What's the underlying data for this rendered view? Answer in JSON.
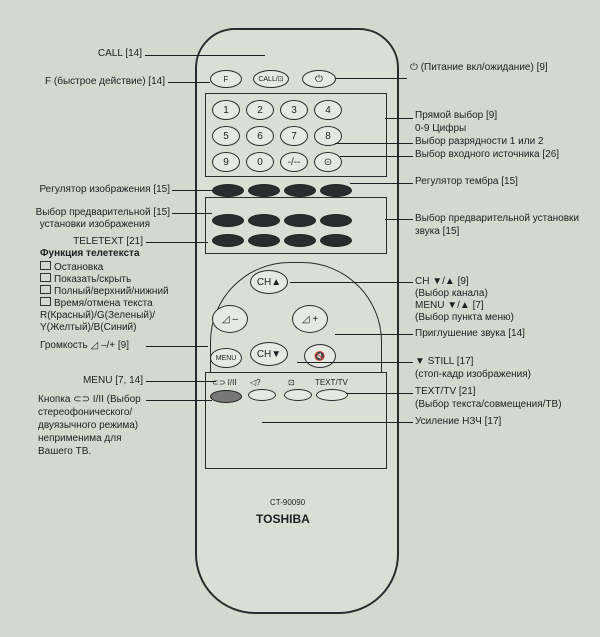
{
  "left_labels": {
    "call": "CALL [14]",
    "f": "F (быстрое действие) [14]",
    "picture": "Регулятор изображения [15]",
    "picture_preset": [
      "Выбор предварительной [15]",
      "установки изображения"
    ],
    "teletext": "TELETEXT [21]",
    "teletext_title": "Функция телетекста",
    "teletext_items": [
      "Остановка",
      "Показать/скрыть",
      "Полный/верхний/нижний",
      "Время/отмена текста"
    ],
    "colors": [
      "R(Красный)/G(Зеленый)/",
      "Y(Желтый)/B(Синий)"
    ],
    "volume": "Громкость ◿ –/+ [9]",
    "menu": "MENU [7, 14]",
    "stereo": [
      "Кнопка ⊂⊃ I/II (Выбор",
      "стереофонического/",
      "двуязычного режима)",
      "неприменима для",
      "Вашего ТВ."
    ]
  },
  "right_labels": {
    "power": "⏻ (Питание вкл/ожидание) [9]",
    "direct": [
      "Прямой выбор [9]",
      "0-9 Цифры"
    ],
    "digits": "Выбор разрядности 1 или 2",
    "input": "Выбор входного источника [26]",
    "tone": "Регулятор тембра [15]",
    "sound_preset": [
      "Выбор предварительной установки",
      "звука [15]"
    ],
    "ch": [
      "CH ▼/▲ [9]",
      "(Выбор канала)",
      "MENU ▼/▲ [7]",
      "(Выбор пункта меню)"
    ],
    "mute": "Приглушение звука [14]",
    "still": [
      "▼ STILL [17]",
      "(стоп-кадр изображения)"
    ],
    "text_tv": [
      "TEXT/TV [21]",
      "(Выбор текста/совмещения/ТВ)"
    ],
    "bass": "Усиление НЗЧ [17]"
  },
  "remote": {
    "f": "F",
    "call": "CALL/⊡",
    "power": "⏻",
    "keys": [
      "1",
      "2",
      "3",
      "4",
      "5",
      "6",
      "7",
      "8",
      "9",
      "0",
      "-/--",
      "⊙"
    ],
    "ch_up": "CH▲",
    "ch_down": "CH▼",
    "vol_minus": "◿ –",
    "vol_plus": "◿ +",
    "mute": "🔇",
    "menu": "MENU",
    "bottom_labels": [
      "⊂⊃ I/II",
      "◁?",
      "⊡",
      "TEXT/TV"
    ],
    "model": "CT-90090",
    "brand": "TOSHIBA"
  }
}
